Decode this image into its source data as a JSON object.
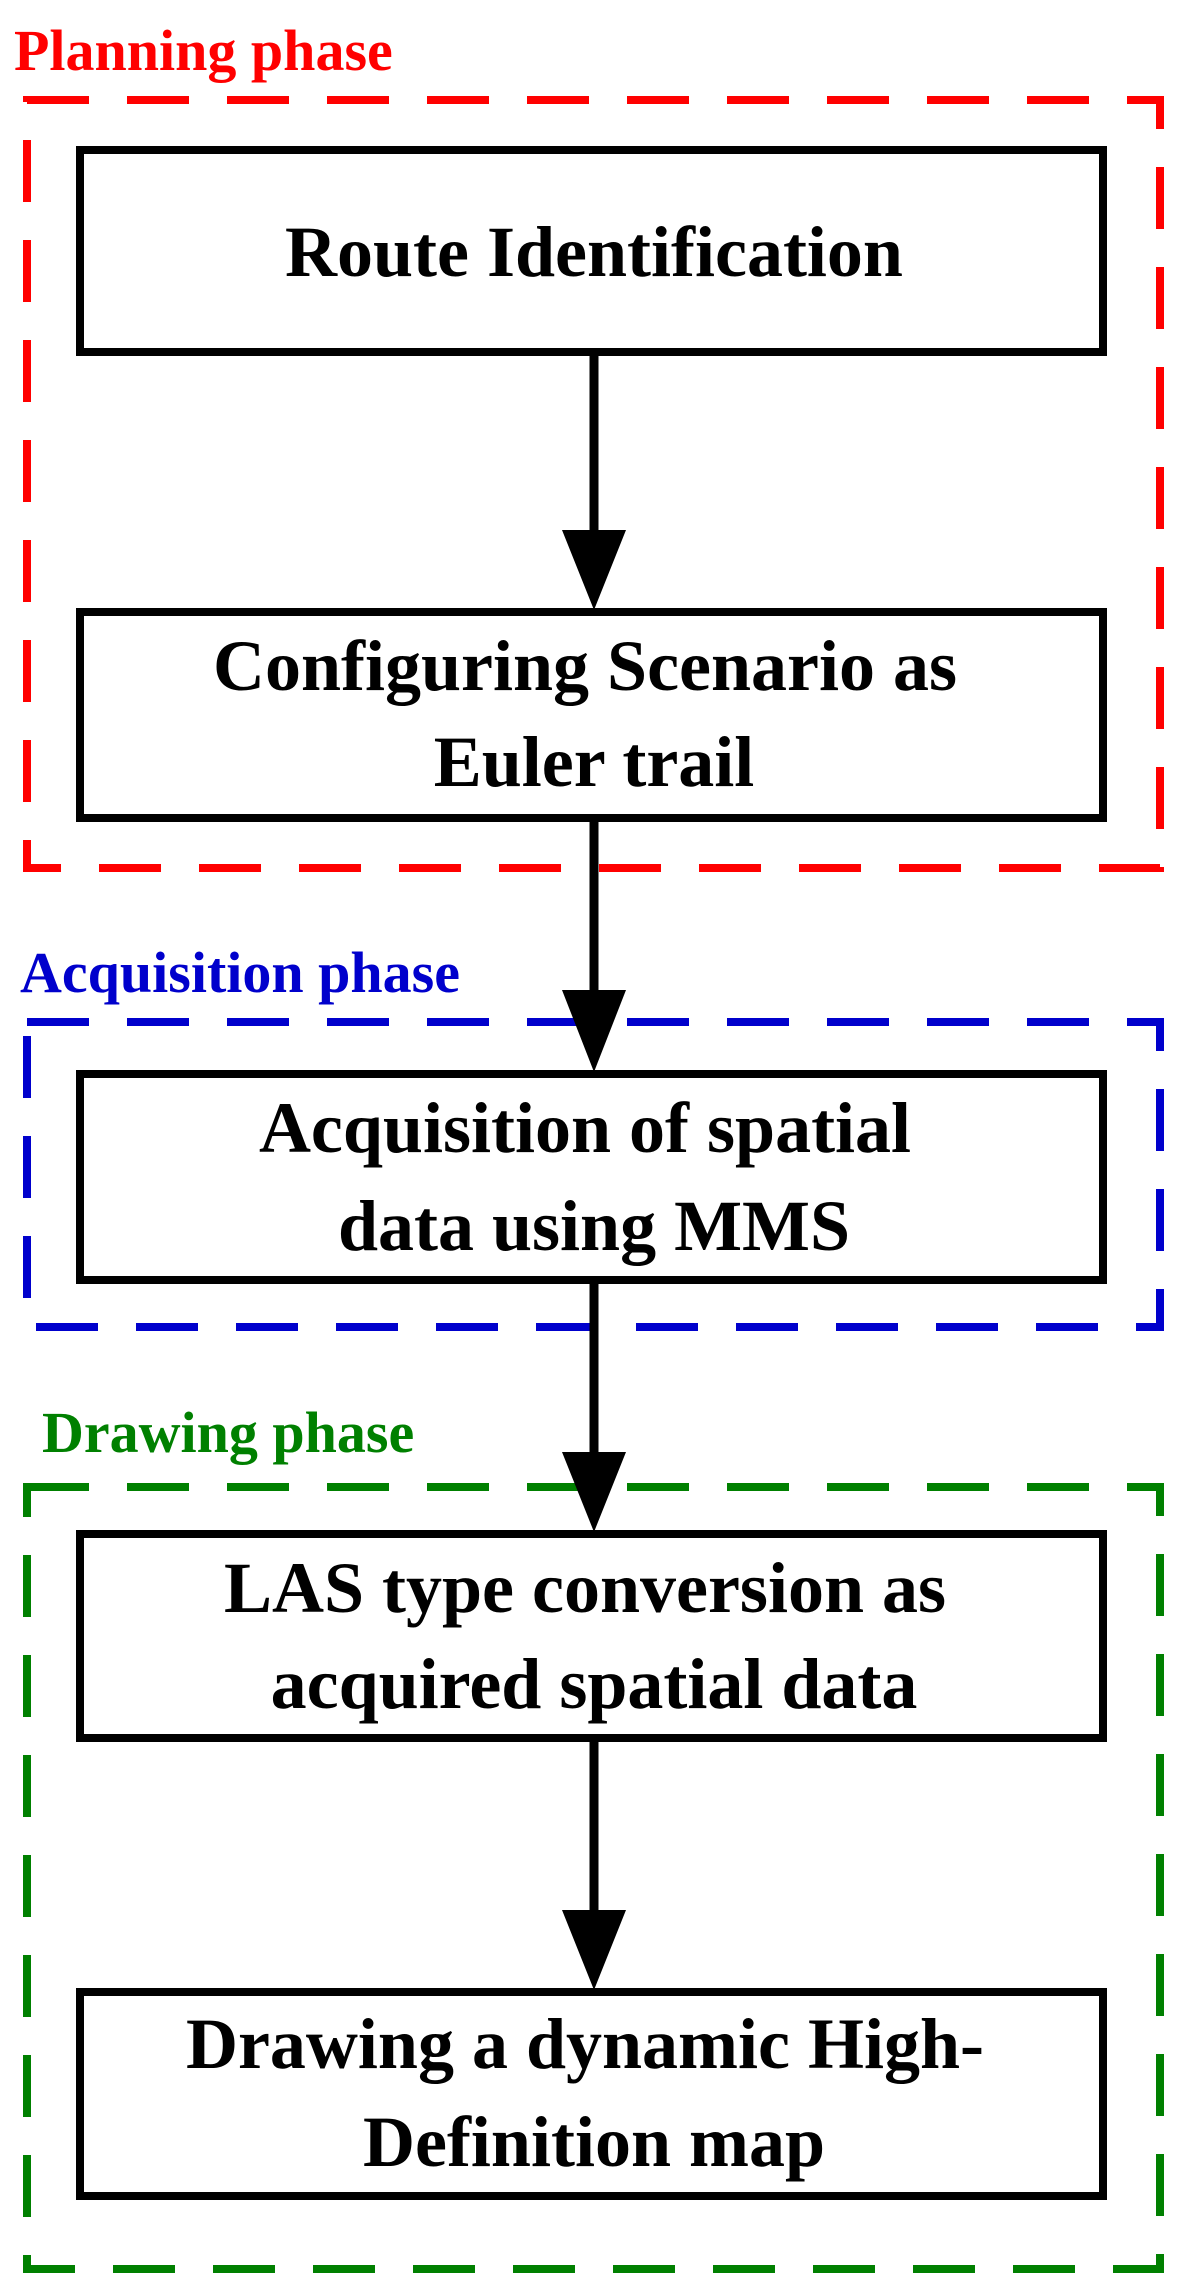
{
  "colors": {
    "planning": "#ff0000",
    "acquisition": "#0000cc",
    "drawing": "#008000",
    "box_stroke": "#000000",
    "arrow": "#000000"
  },
  "phases": {
    "planning": "Planning phase",
    "acquisition": "Acquisition phase",
    "drawing": "Drawing phase"
  },
  "steps": [
    {
      "lines": [
        "Route Identification"
      ]
    },
    {
      "lines": [
        "Configuring Scenario as",
        "Euler trail"
      ]
    },
    {
      "lines": [
        "Acquisition of spatial",
        "data using MMS"
      ]
    },
    {
      "lines": [
        "LAS type conversion as",
        "acquired spatial data"
      ]
    },
    {
      "lines": [
        "Drawing a dynamic High-",
        "Definition map"
      ]
    }
  ]
}
